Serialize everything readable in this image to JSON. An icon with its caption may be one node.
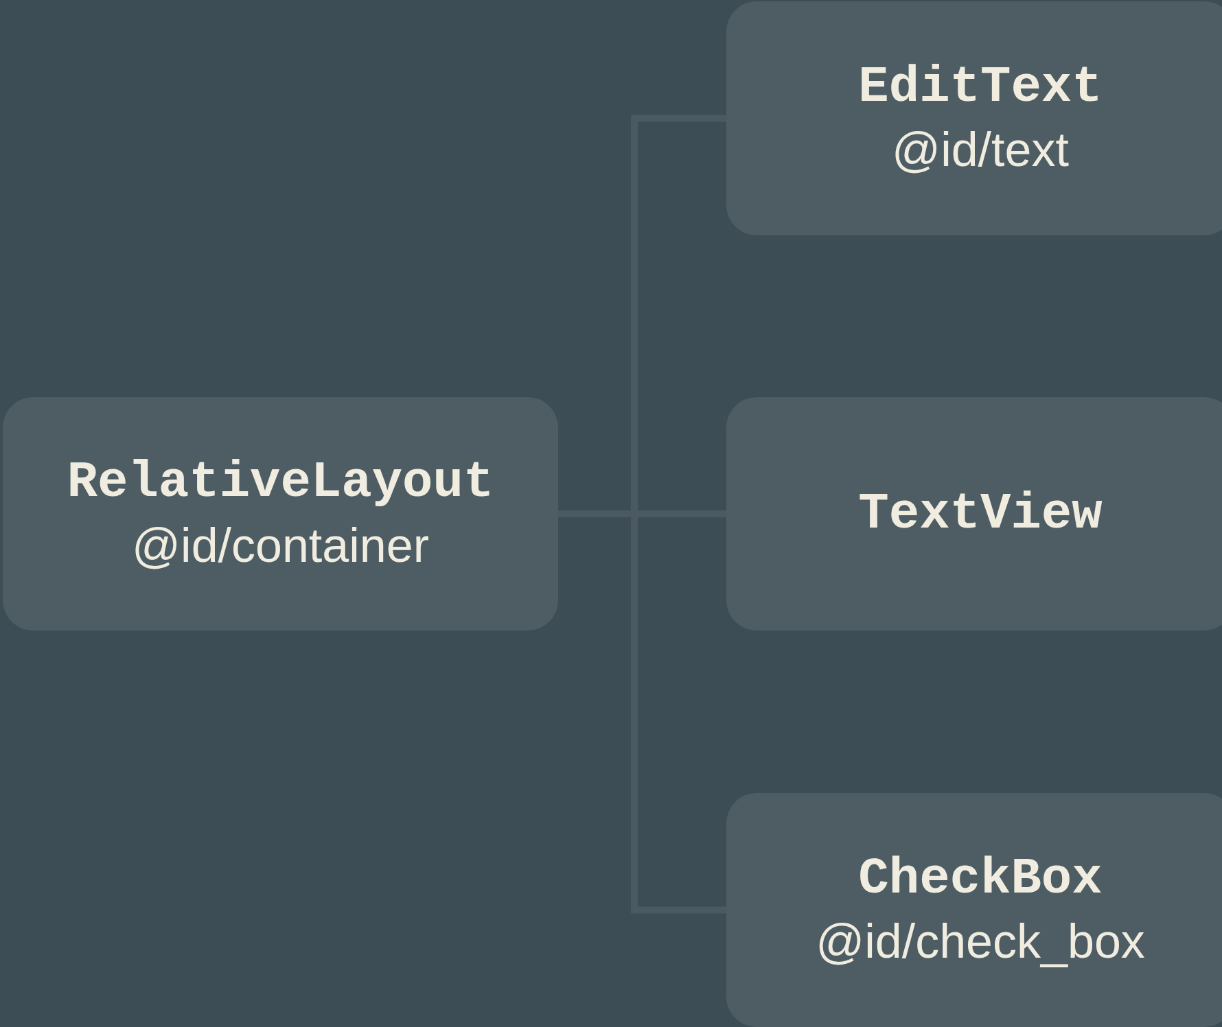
{
  "diagram": {
    "nodes": [
      {
        "text": [
          "RelativeLayout",
          "@id/container"
        ]
      },
      {
        "text": [
          "EditText",
          "@id/text"
        ]
      },
      {
        "text": [
          "TextView"
        ]
      },
      {
        "text": [
          "CheckBox",
          "@id/check_box"
        ]
      }
    ],
    "edges": [
      {
        "from": 0,
        "to": 1,
        "arrow": "none"
      },
      {
        "from": 0,
        "to": 2,
        "arrow": "none"
      },
      {
        "from": 0,
        "to": 3,
        "arrow": "none"
      }
    ]
  }
}
